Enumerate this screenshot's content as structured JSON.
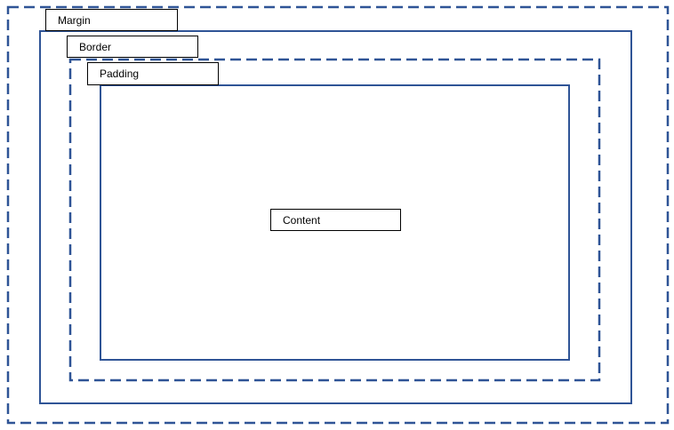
{
  "diagram": {
    "type": "box-model",
    "labels": {
      "margin": "Margin",
      "border": "Border",
      "padding": "Padding",
      "content": "Content"
    },
    "colors": {
      "line": "#2F5496",
      "label_border": "#000000",
      "background": "#FFFFFF"
    }
  }
}
